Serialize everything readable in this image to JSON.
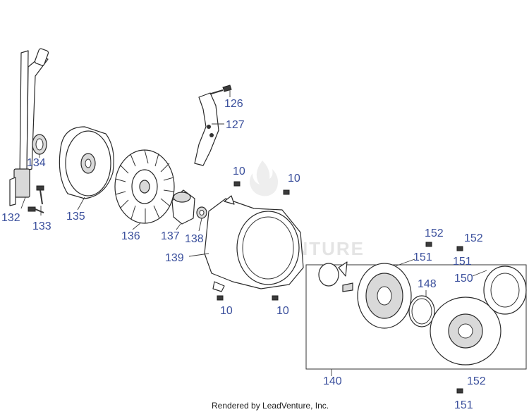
{
  "diagram": {
    "watermark": "LEADVENTURE",
    "credit": "Rendered by LeadVenture, Inc.",
    "callouts": [
      {
        "id": "c126",
        "label": "126"
      },
      {
        "id": "c127",
        "label": "127"
      },
      {
        "id": "c10a",
        "label": "10"
      },
      {
        "id": "c10b",
        "label": "10"
      },
      {
        "id": "c10c",
        "label": "10"
      },
      {
        "id": "c10d",
        "label": "10"
      },
      {
        "id": "c132",
        "label": "132"
      },
      {
        "id": "c133",
        "label": "133"
      },
      {
        "id": "c134",
        "label": "134"
      },
      {
        "id": "c135",
        "label": "135"
      },
      {
        "id": "c136",
        "label": "136"
      },
      {
        "id": "c137",
        "label": "137"
      },
      {
        "id": "c138",
        "label": "138"
      },
      {
        "id": "c139",
        "label": "139"
      },
      {
        "id": "c140",
        "label": "140"
      },
      {
        "id": "c148",
        "label": "148"
      },
      {
        "id": "c150",
        "label": "150"
      },
      {
        "id": "c151a",
        "label": "151"
      },
      {
        "id": "c151b",
        "label": "151"
      },
      {
        "id": "c151c",
        "label": "151"
      },
      {
        "id": "c152a",
        "label": "152"
      },
      {
        "id": "c152b",
        "label": "152"
      },
      {
        "id": "c152c",
        "label": "152"
      }
    ]
  }
}
